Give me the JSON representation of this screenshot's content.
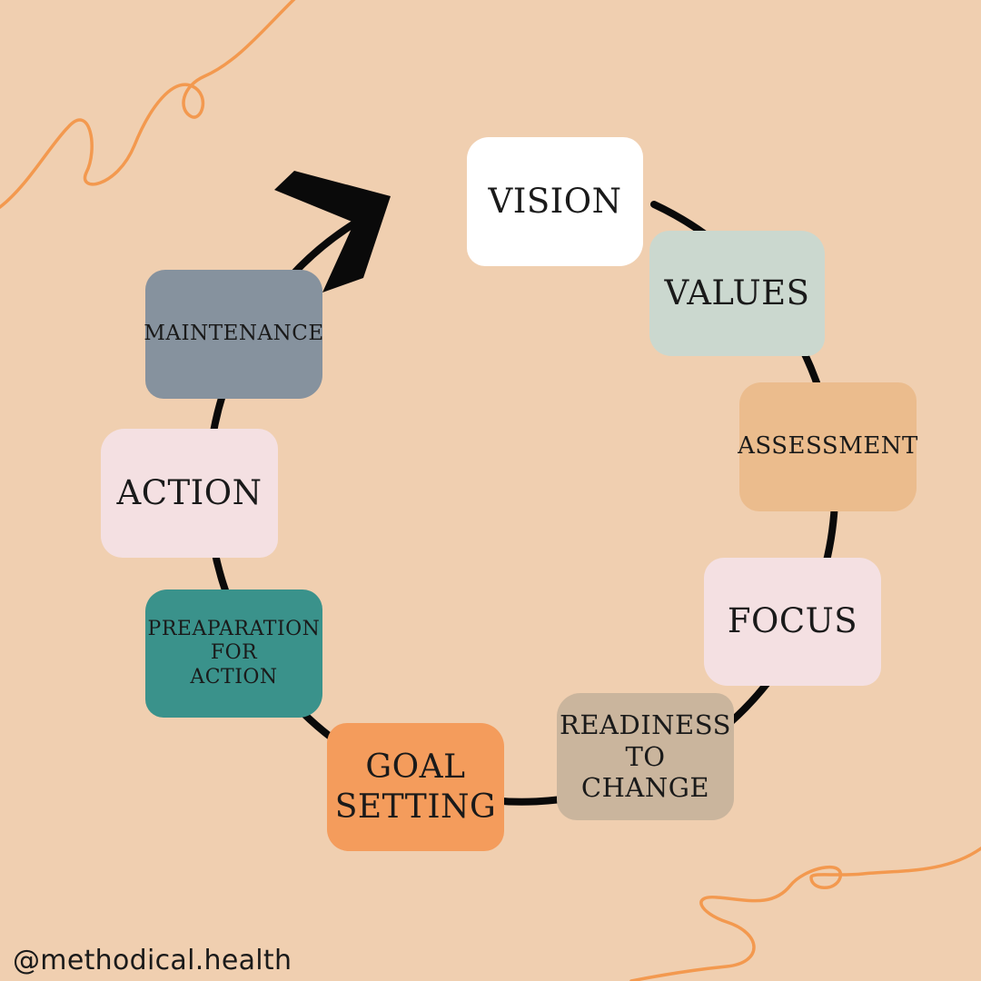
{
  "colors": {
    "background": "#f0cfb0",
    "squiggle": "#f3994f",
    "ring": "#0a0a0a",
    "vision": "#ffffff",
    "values": "#cbd8cf",
    "assessment": "#ebbc8d",
    "focus": "#f4e0e2",
    "readiness": "#cab59d",
    "goal_setting": "#f49c5c",
    "preparation": "#3a928b",
    "action": "#f4e0e2",
    "maintenance": "#86929e"
  },
  "icons": {
    "arrow": "arrowhead-icon",
    "decoration": "squiggle-line"
  },
  "cycle": {
    "vision": {
      "lines": [
        "VISION"
      ]
    },
    "values": {
      "lines": [
        "VALUES"
      ]
    },
    "assessment": {
      "lines": [
        "ASSESSMENT"
      ]
    },
    "focus": {
      "lines": [
        "FOCUS"
      ]
    },
    "readiness": {
      "lines": [
        "READINESS",
        "TO",
        "CHANGE"
      ]
    },
    "goal_setting": {
      "lines": [
        "GOAL",
        "SETTING"
      ]
    },
    "preparation": {
      "lines": [
        "PREAPARATION",
        "FOR",
        "ACTION"
      ]
    },
    "action": {
      "lines": [
        "ACTION"
      ]
    },
    "maintenance": {
      "lines": [
        "MAINTENANCE"
      ]
    }
  },
  "footer": {
    "handle": "@methodical.health"
  }
}
